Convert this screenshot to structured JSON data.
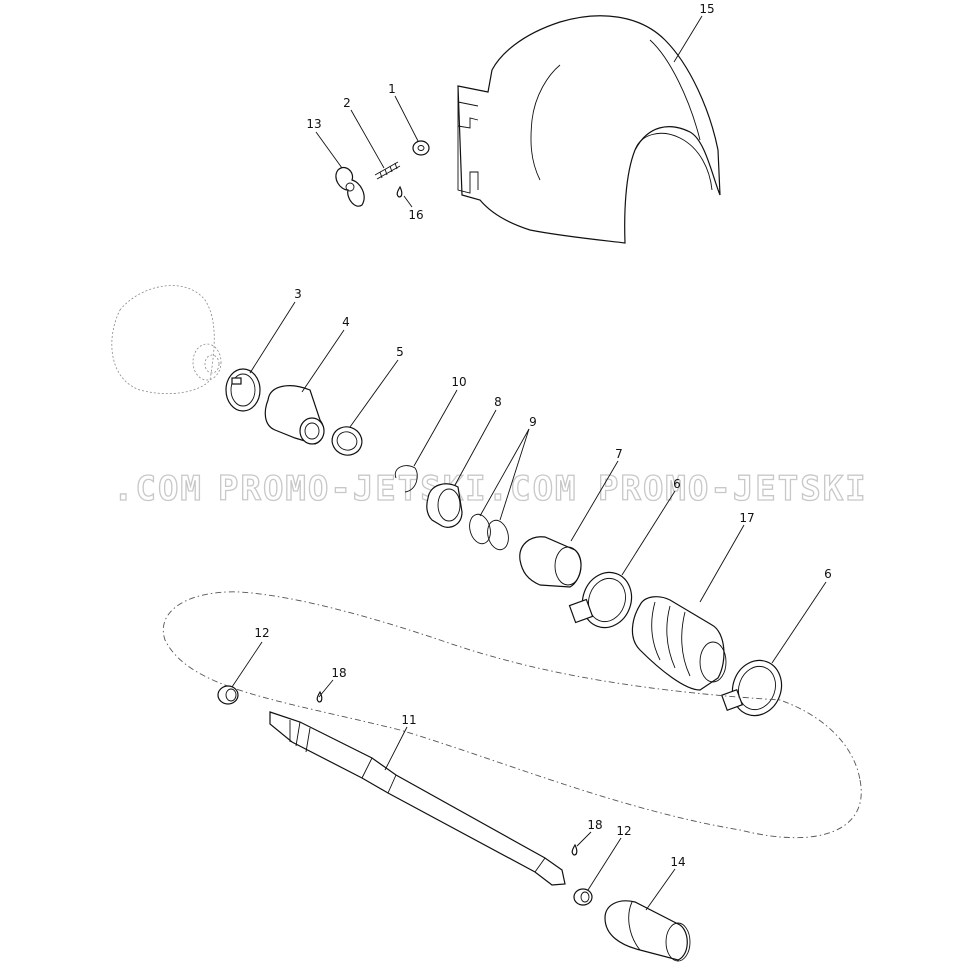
{
  "watermark": {
    "segments": [
      ".COM",
      "PROMO-JETSKI.COM",
      "PROMO-JETSKI"
    ]
  },
  "callouts": {
    "p1": "1",
    "p2": "2",
    "p3": "3",
    "p4": "4",
    "p5": "5",
    "p6a": "6",
    "p6b": "6",
    "p7": "7",
    "p8": "8",
    "p9": "9",
    "p10": "10",
    "p11": "11",
    "p12a": "12",
    "p12b": "12",
    "p13": "13",
    "p14": "14",
    "p15": "15",
    "p16": "16",
    "p17": "17",
    "p18a": "18",
    "p18b": "18"
  }
}
